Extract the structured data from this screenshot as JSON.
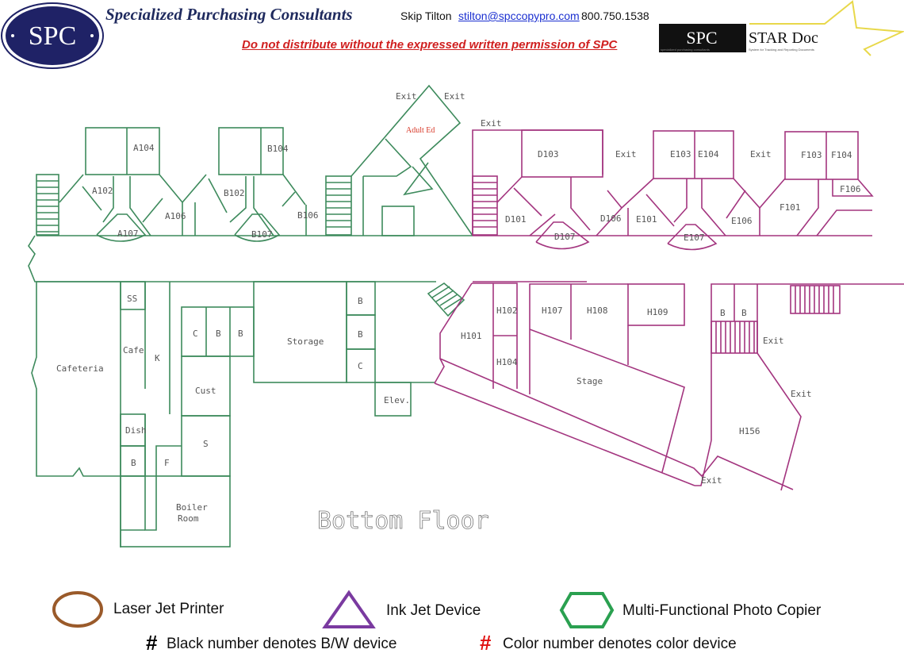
{
  "header": {
    "logo_text": "SPC",
    "company": "Specialized Purchasing Consultants",
    "contact_name": "Skip Tilton",
    "email": "stilton@spccopypro.com",
    "phone": "800.750.1538",
    "warning": "Do not distribute without the expressed written permission of SPC",
    "star_logo": {
      "spc": "SPC",
      "name": "STAR Doc",
      "tagline_left": "specialized purchasing consultants",
      "tagline_right": "System for Tracking and Reporting Documents"
    }
  },
  "colors": {
    "green_wing": "#3d8a5c",
    "magenta_wing": "#a3357f",
    "navy": "#1f2266",
    "warning": "#d02020"
  },
  "rooms": [
    "A104",
    "A102",
    "A106",
    "A107",
    "B104",
    "B102",
    "B106",
    "B107",
    "Exit",
    "Exit",
    "Adult Ed",
    "Exit",
    "D103",
    "Exit",
    "E103",
    "E104",
    "Exit",
    "F103",
    "F104",
    "F106",
    "D101",
    "D107",
    "D106",
    "E101",
    "E107",
    "E106",
    "F101",
    "SS",
    "Cafe",
    "K",
    "Cafeteria",
    "C",
    "B",
    "B",
    "Storage",
    "B",
    "B",
    "C",
    "Cust",
    "Elev.",
    "Dish",
    "B",
    "F",
    "S",
    "Boiler",
    "Room",
    "H101",
    "H102",
    "H104",
    "H107",
    "H108",
    "H109",
    "Stage",
    "B",
    "B",
    "Exit",
    "Exit",
    "H156",
    "Exit"
  ],
  "floor_title": "Bottom Floor",
  "legend": {
    "laser": "Laser Jet Printer",
    "inkjet": "Ink Jet Device",
    "copier": "Multi-Functional Photo Copier",
    "hash": "#",
    "bw_note": "Black number denotes B/W device",
    "color_note": "Color number denotes color device"
  }
}
